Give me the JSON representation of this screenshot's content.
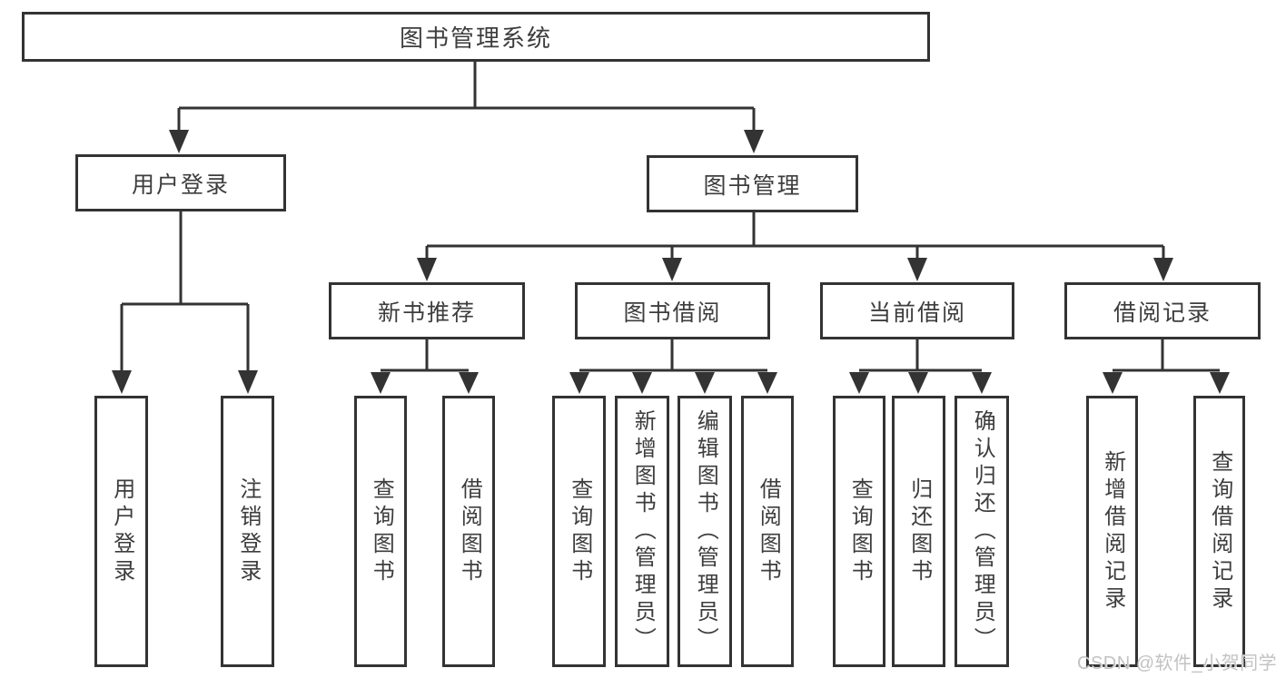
{
  "diagram": {
    "root": {
      "label": "图书管理系统"
    },
    "level2": [
      {
        "label": "用户登录"
      },
      {
        "label": "图书管理"
      }
    ],
    "level3": [
      {
        "parent": "图书管理",
        "label": "新书推荐"
      },
      {
        "parent": "图书管理",
        "label": "图书借阅"
      },
      {
        "parent": "图书管理",
        "label": "当前借阅"
      },
      {
        "parent": "图书管理",
        "label": "借阅记录"
      }
    ],
    "leaves": [
      {
        "parent": "用户登录",
        "label": "用户登录"
      },
      {
        "parent": "用户登录",
        "label": "注销登录"
      },
      {
        "parent": "新书推荐",
        "label": "查询图书"
      },
      {
        "parent": "新书推荐",
        "label": "借阅图书"
      },
      {
        "parent": "图书借阅",
        "label": "查询图书"
      },
      {
        "parent": "图书借阅",
        "label": "新增图书（管理员）"
      },
      {
        "parent": "图书借阅",
        "label": "编辑图书（管理员）"
      },
      {
        "parent": "图书借阅",
        "label": "借阅图书"
      },
      {
        "parent": "当前借阅",
        "label": "查询图书"
      },
      {
        "parent": "当前借阅",
        "label": "归还图书"
      },
      {
        "parent": "当前借阅",
        "label": "确认归还（管理员）"
      },
      {
        "parent": "借阅记录",
        "label": "新增借阅记录"
      },
      {
        "parent": "借阅记录",
        "label": "查询借阅记录"
      }
    ],
    "colors": {
      "line": "#333333",
      "text": "#3d3d3d",
      "background": "#ffffff",
      "watermark": "#c2c2c2"
    }
  },
  "watermark": {
    "text": "CSDN @软件_小贺同学"
  }
}
